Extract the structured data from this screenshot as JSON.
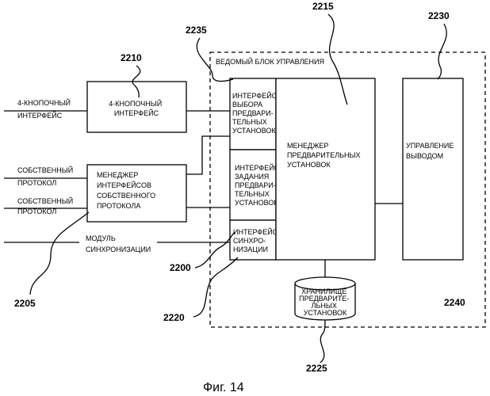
{
  "figure": {
    "caption": "Фиг. 14",
    "container_title": "ВЕДОМЫЙ БЛОК УПРАВЛЕНИЯ",
    "blocks": {
      "four_button": {
        "lines": [
          "4-КНОПОЧНЫЙ",
          "ИНТЕРФЕЙС"
        ]
      },
      "proto_manager": {
        "lines": [
          "МЕНЕДЖЕР",
          "ИНТЕРФЕЙСОВ",
          "СОБСТВЕННОГО",
          "ПРОТОКОЛА"
        ]
      },
      "preset_select_iface": {
        "lines": [
          "ИНТЕРФЕЙС",
          "ВЫБОРА",
          "ПРЕДВАРИ-",
          "ТЕЛЬНЫХ",
          "УСТАНОВОК"
        ]
      },
      "preset_set_iface": {
        "lines": [
          "ИНТЕРФЕЙС",
          "ЗАДАНИЯ",
          "ПРЕДВАРИ-",
          "ТЕЛЬНЫХ",
          "УСТАНОВОК"
        ]
      },
      "sync_iface": {
        "lines": [
          "ИНТЕРФЕЙС",
          "СИНХРО-",
          "НИЗАЦИИ"
        ]
      },
      "preset_manager": {
        "lines": [
          "МЕНЕДЖЕР",
          "ПРЕДВАРИТЕЛЬНЫХ",
          "УСТАНОВОК"
        ]
      },
      "output_control": {
        "lines": [
          "УПРАВЛЕНИЕ",
          "ВЫВОДОМ"
        ]
      },
      "preset_storage": {
        "lines": [
          "ХРАНИЛИЩЕ",
          "ПРЕДВАРИТЕ-",
          "ЛЬНЫХ",
          "УСТАНОВОК"
        ]
      }
    },
    "inputs": {
      "four_button": [
        "4-КНОПОЧНЫЙ",
        "ИНТЕРФЕЙС"
      ],
      "own_protocol_1": [
        "СОБСТВЕННЫЙ",
        "ПРОТОКОЛ"
      ],
      "own_protocol_2": [
        "СОБСТВЕННЫЙ",
        "ПРОТОКОЛ"
      ],
      "sync_module": [
        "МОДУЛЬ",
        "СИНХРОНИЗАЦИИ"
      ]
    },
    "refs": {
      "r2200": "2200",
      "r2205": "2205",
      "r2210": "2210",
      "r2215": "2215",
      "r2220": "2220",
      "r2225": "2225",
      "r2230": "2230",
      "r2235": "2235",
      "r2240": "2240"
    }
  }
}
